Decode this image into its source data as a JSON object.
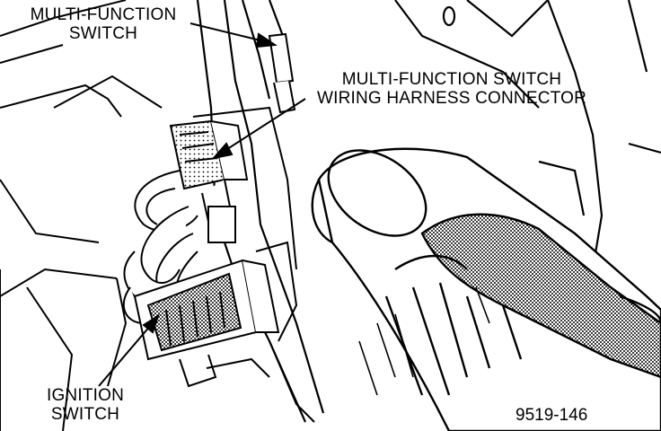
{
  "callouts": {
    "multi_function_switch": [
      "MULTI-FUNCTION",
      "SWITCH"
    ],
    "harness_connector": [
      "MULTI-FUNCTION SWITCH",
      "WIRING HARNESS CONNECTOR"
    ],
    "ignition_switch": [
      "IGNITION",
      "SWITCH"
    ]
  },
  "figure_number": "9519-146",
  "colors": {
    "ink": "#000000",
    "paper": "#ffffff",
    "halftone": "#8a8a8a"
  }
}
